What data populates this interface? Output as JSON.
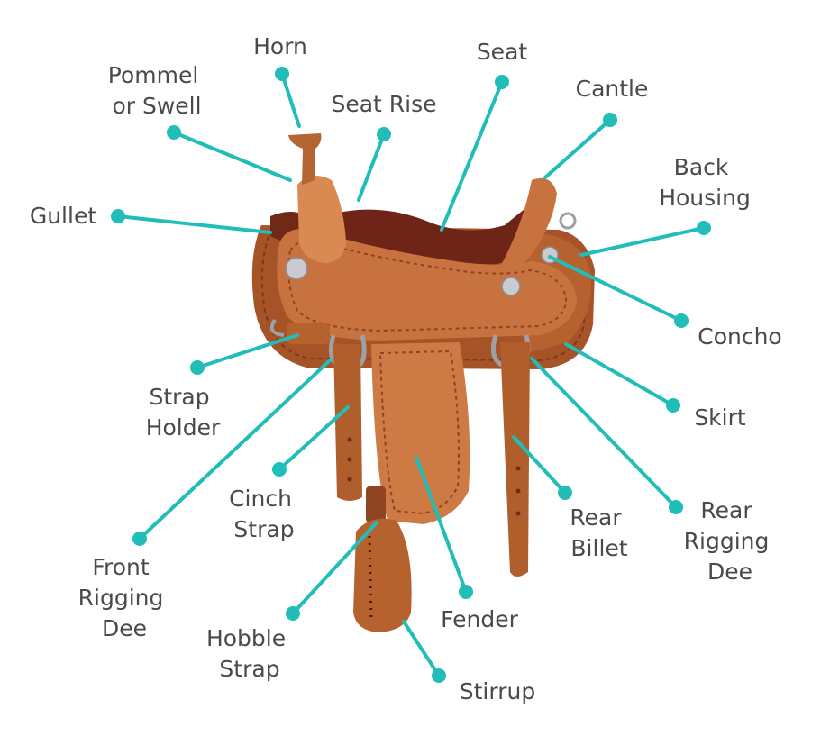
{
  "colors": {
    "leader": "#21bdb8",
    "label": "#4a4a4a",
    "leather_mid": "#c8733f",
    "leather_light": "#d98a52",
    "leather_dark": "#9d4f28",
    "seat": "#6e2416",
    "metal": "#c9cbd0"
  },
  "labels": {
    "horn": [
      "Horn"
    ],
    "pommel": [
      "Pommel",
      "or Swell"
    ],
    "seat_rise": [
      "Seat Rise"
    ],
    "seat": [
      "Seat"
    ],
    "cantle": [
      "Cantle"
    ],
    "back_housing": [
      "Back",
      "Housing"
    ],
    "gullet": [
      "Gullet"
    ],
    "concho": [
      "Concho"
    ],
    "strap_holder": [
      "Strap",
      "Holder"
    ],
    "skirt": [
      "Skirt"
    ],
    "cinch_strap": [
      "Cinch",
      "Strap"
    ],
    "rear_billet": [
      "Rear",
      "Billet"
    ],
    "rear_rigging_dee": [
      "Rear",
      "Rigging",
      "Dee"
    ],
    "front_rigging_dee": [
      "Front",
      "Rigging",
      "Dee"
    ],
    "fender": [
      "Fender"
    ],
    "hobble_strap": [
      "Hobble",
      "Strap"
    ],
    "stirrup": [
      "Stirrup"
    ]
  }
}
